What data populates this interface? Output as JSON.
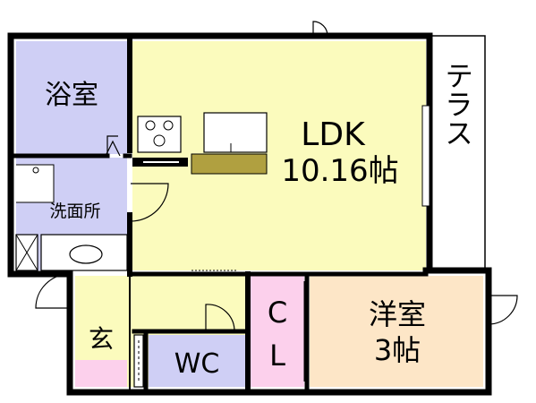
{
  "rooms": {
    "bath": "浴室",
    "washroom": "洗面所",
    "ldk_name": "LDK",
    "ldk_size": "10.16帖",
    "terrace": "テラス",
    "entrance": "玄",
    "wc": "WC",
    "closet_c": "C",
    "closet_l": "L",
    "western_name": "洋室",
    "western_size": "3帖"
  },
  "colors": {
    "ldk": "#fbfbbd",
    "bath": "#cfcff5",
    "washroom": "#cfcff5",
    "wc": "#cfcff5",
    "closet": "#fcd0ec",
    "western": "#fde6c7",
    "entrance": "#fbfbbd",
    "entrance_floor": "#fcd0ec",
    "wall": "#000000",
    "kitchen_counter": "#b0a040"
  }
}
